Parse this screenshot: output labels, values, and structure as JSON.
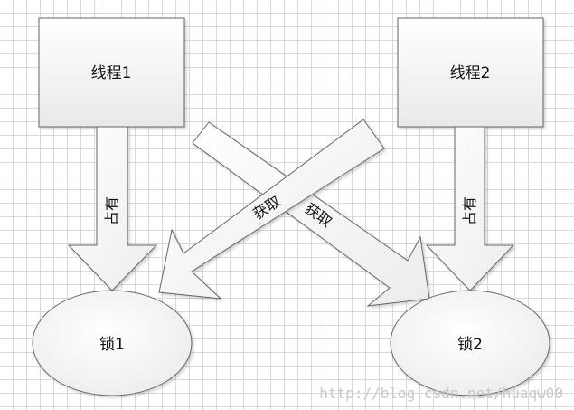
{
  "nodes": {
    "thread1": "线程1",
    "thread2": "线程2",
    "lock1": "锁1",
    "lock2": "锁2"
  },
  "edges": {
    "occupy_left": "占有",
    "occupy_right": "占有",
    "acquire_to_lock1": "获取",
    "acquire_to_lock2": "获取"
  },
  "watermark": "http://blog.csdn.net/huaqw00"
}
